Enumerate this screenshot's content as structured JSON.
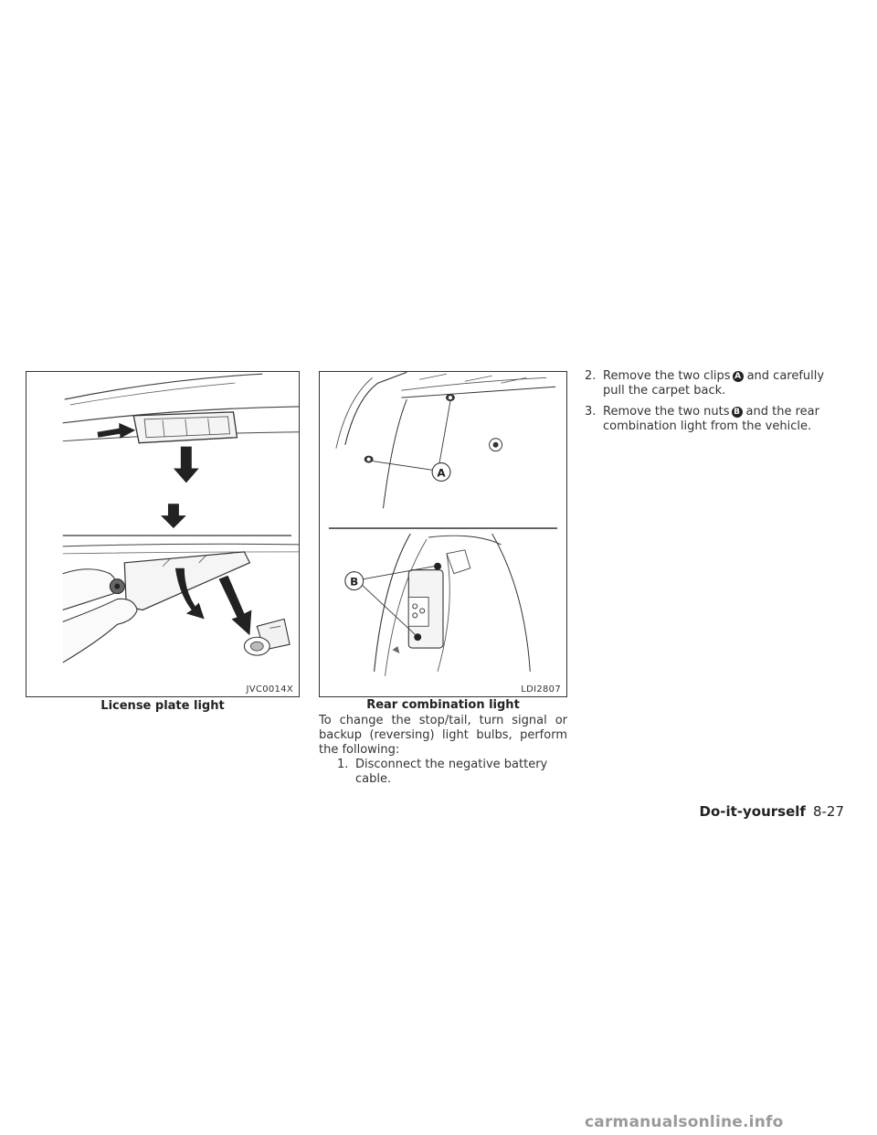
{
  "figures": [
    {
      "code": "JVC0014X",
      "caption": "License plate light"
    },
    {
      "code": "LDI2807",
      "caption": "Rear combination light",
      "callouts": [
        "A",
        "B"
      ]
    }
  ],
  "intro": "To change the stop/tail, turn signal or backup (reversing) light bulbs, perform the following:",
  "steps": [
    {
      "num": "1.",
      "text": "Disconnect the negative battery cable."
    },
    {
      "num": "2.",
      "before": "Remove the two clips",
      "badge": "A",
      "after": "and carefully pull the carpet back."
    },
    {
      "num": "3.",
      "before": "Remove the two nuts",
      "badge": "B",
      "after": "and the rear combination light from the vehicle."
    }
  ],
  "footer": {
    "section": "Do-it-yourself",
    "page": "8-27"
  },
  "watermark": "carmanualsonline.info"
}
